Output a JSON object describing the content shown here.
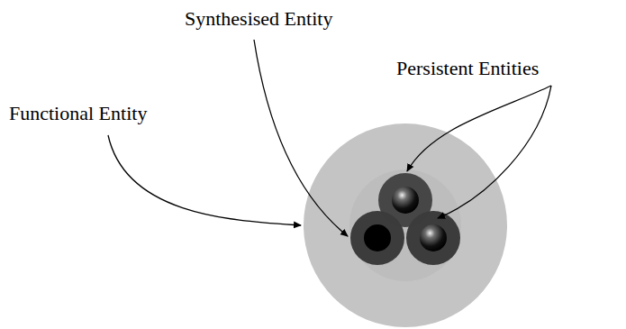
{
  "diagram": {
    "labels": [
      "Synthesised Entity",
      "Persistent Entities",
      "Functional Entity"
    ]
  }
}
